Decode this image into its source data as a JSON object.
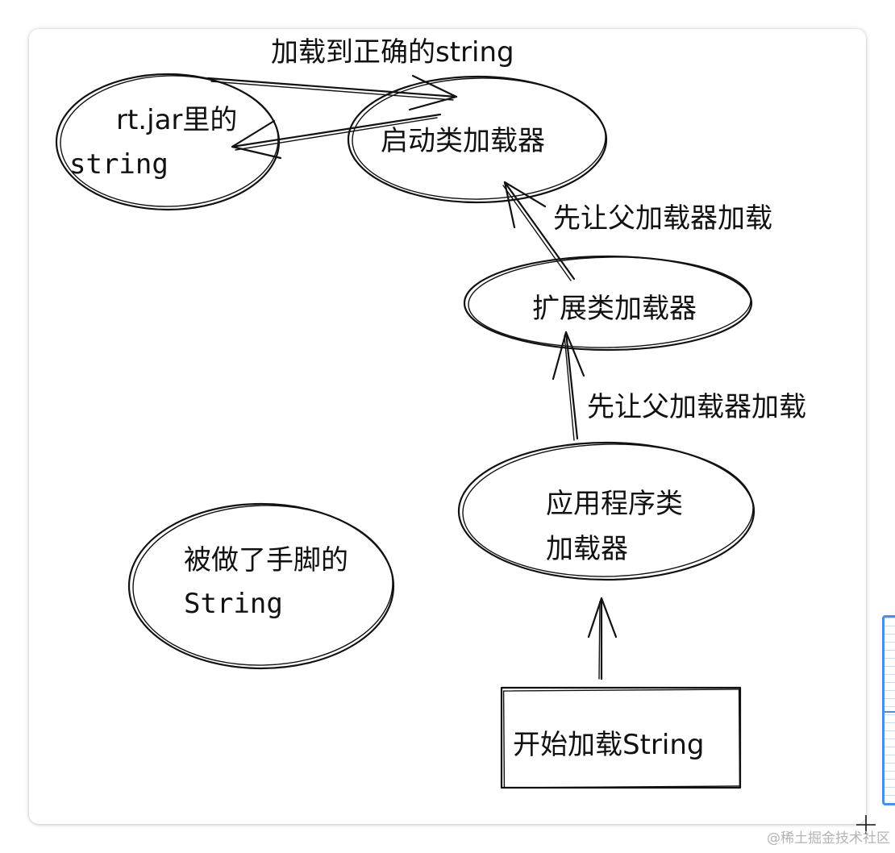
{
  "diagram": {
    "nodes": {
      "rtjar": {
        "line1": "rt.jar里的",
        "line2": "string"
      },
      "bootstrap": {
        "label": "启动类加载器"
      },
      "extension": {
        "label": "扩展类加载器"
      },
      "application": {
        "line1": "应用程序类",
        "line2": "加载器"
      },
      "tampered": {
        "line1": "被做了手脚的",
        "line2": "String"
      },
      "start": {
        "label": "开始加载String"
      }
    },
    "edges": {
      "load_correct": "加载到正确的string",
      "ext_to_boot": "先让父加载器加载",
      "app_to_ext": "先让父加载器加载"
    }
  },
  "watermark": "@稀土掘金技术社区",
  "colors": {
    "ink": "#111111",
    "card_bg": "#ffffff",
    "selection_blue": "#4a90e2",
    "watermark": "#b3b3b3"
  }
}
